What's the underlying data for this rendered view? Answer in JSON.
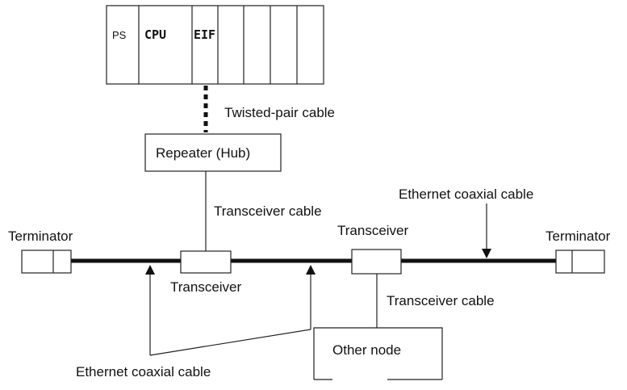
{
  "rack": {
    "slots": [
      "PS",
      "CPU",
      "EIF",
      "",
      "",
      "",
      ""
    ]
  },
  "labels": {
    "twisted_pair": "Twisted-pair cable",
    "repeater": "Repeater (Hub)",
    "transceiver_cable_top": "Transceiver cable",
    "ethernet_coax_top": "Ethernet coaxial cable",
    "terminator_left": "Terminator",
    "terminator_right": "Terminator",
    "transceiver_right": "Transceiver",
    "transceiver_left": "Transceiver",
    "transceiver_cable_bottom": "Transceiver cable",
    "ethernet_coax_bottom": "Ethernet coaxial cable",
    "other_node": "Other node"
  },
  "colors": {
    "line": "#111111",
    "box_fill": "#ffffff"
  }
}
